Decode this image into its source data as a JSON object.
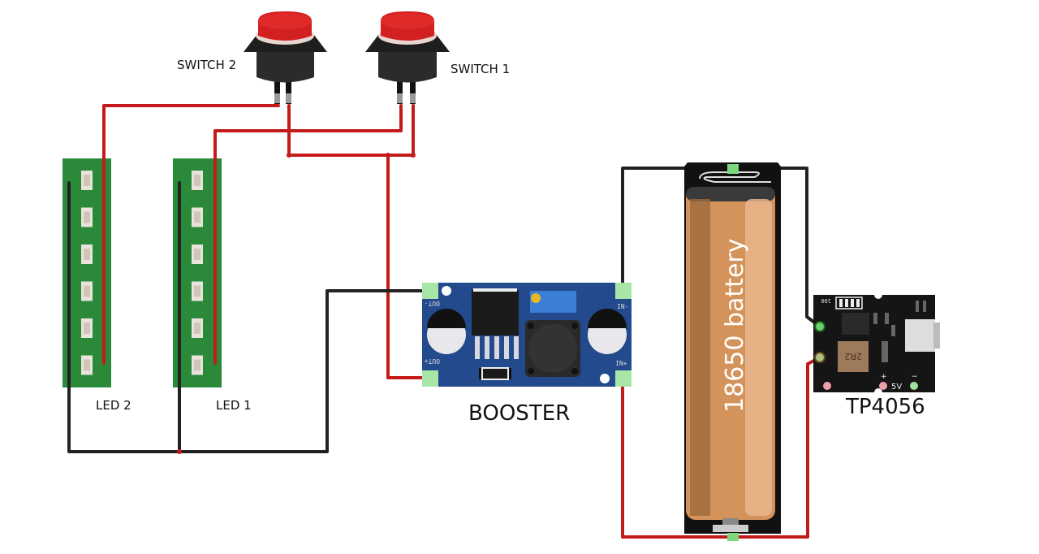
{
  "diagram": {
    "title": "",
    "components": {
      "switch2": {
        "label": "SWITCH 2",
        "cap_color": "#d21f1f"
      },
      "switch1": {
        "label": "SWITCH 1",
        "cap_color": "#d21f1f"
      },
      "led2": {
        "label": "LED 2",
        "led_count": 6,
        "board_color": "#2a8a3a"
      },
      "led1": {
        "label": "LED 1",
        "led_count": 6,
        "board_color": "#2a8a3a"
      },
      "booster": {
        "label": "BOOSTER",
        "board_color": "#234a8c",
        "pins": {
          "out_minus": "OUT-",
          "out_plus": "OUT+",
          "in_minus": "IN-",
          "in_plus": "IN+"
        },
        "inductor_text": ""
      },
      "battery": {
        "label": "18650 battery",
        "body_color": "#d4935a"
      },
      "charger": {
        "label": "TP4056",
        "inductor_text": "2R2",
        "pin_5v": "5V",
        "pin_plus": "+",
        "pin_minus": "−",
        "top_text": "100"
      }
    },
    "wire_colors": {
      "positive": "#c41a1a",
      "negative": "#222222"
    }
  }
}
